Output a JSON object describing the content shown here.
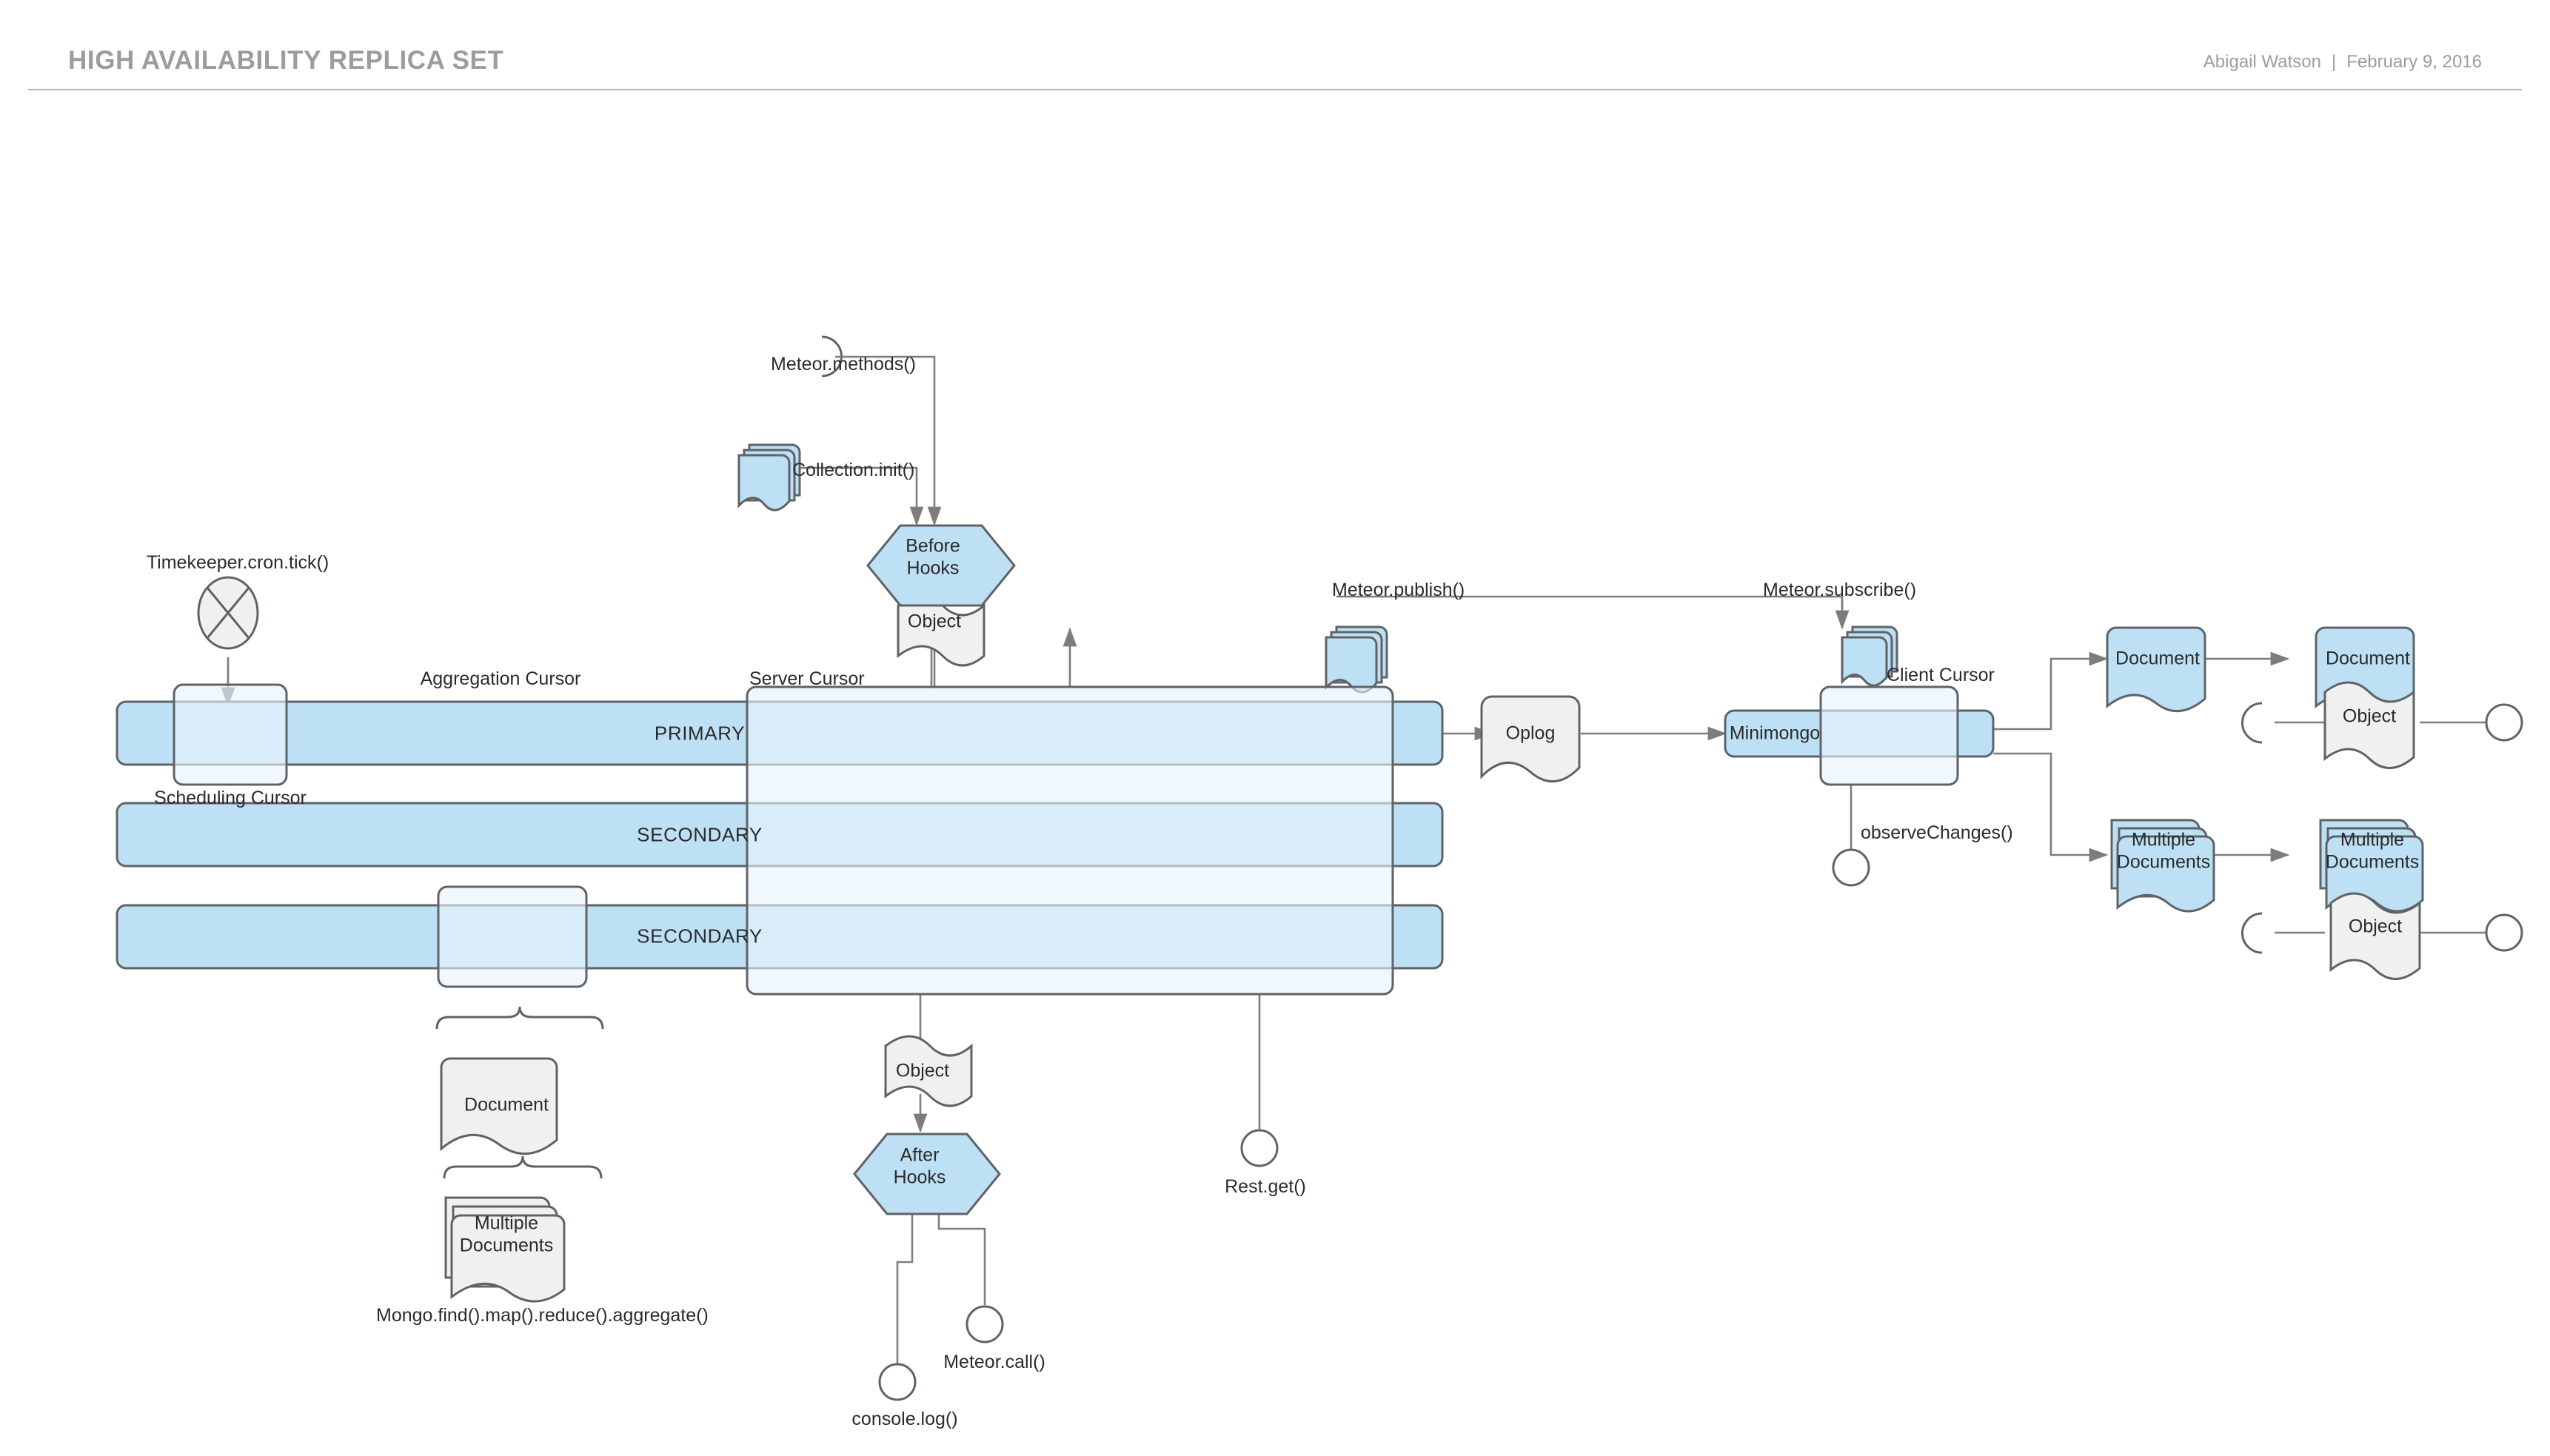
{
  "header": {
    "title": "HIGH AVAILABILITY REPLICA SET",
    "author": "Abigail Watson",
    "separator": "|",
    "date": "February 9, 2016"
  },
  "diagram": {
    "replica_bars": [
      {
        "label": "PRIMARY"
      },
      {
        "label": "SECONDARY"
      },
      {
        "label": "SECONDARY"
      }
    ],
    "cursors": {
      "scheduling": "Scheduling Cursor",
      "aggregation": "Aggregation Cursor",
      "server": "Server Cursor",
      "client": "Client Cursor"
    },
    "hooks": {
      "before_line1": "Before",
      "before_line2": "Hooks",
      "after_line1": "After",
      "after_line2": "Hooks"
    },
    "api_calls": {
      "timekeeper": "Timekeeper.cron.tick()",
      "meteor_methods": "Meteor.methods()",
      "collection_init": "Collection.init()",
      "meteor_publish": "Meteor.publish()",
      "meteor_subscribe": "Meteor.subscribe()",
      "observe_changes": "observeChanges()",
      "rest_get": "Rest.get()",
      "meteor_call": "Meteor.call()",
      "console_log": "console.log()",
      "mongo_chain": "Mongo.find().map().reduce().aggregate()"
    },
    "nodes": {
      "oplog": "Oplog",
      "minimongo": "Minimongo",
      "object": "Object",
      "document": "Document",
      "multiple_documents_line1": "Multiple",
      "multiple_documents_line2": "Documents"
    },
    "payloads": {
      "object_top": "Object",
      "object_bottom": "Object",
      "doc_left": "Document",
      "multi_left_line1": "Multiple",
      "multi_left_line2": "Documents",
      "doc_r1": "Document",
      "doc_r2": "Document",
      "obj_r1": "Object",
      "multi_r1_line1": "Multiple",
      "multi_r1_line2": "Documents",
      "multi_r2_line1": "Multiple",
      "multi_r2_line2": "Documents",
      "obj_r2": "Object"
    },
    "colors": {
      "bar_fill": "#bde0f5",
      "cursor_fill": "#e9f4fc",
      "node_gray_fill": "#f0f0f0",
      "stroke": "#5f6368",
      "line": "#7d7d7d",
      "header_text": "#9c9c9c",
      "text": "#2b2b2b"
    }
  }
}
